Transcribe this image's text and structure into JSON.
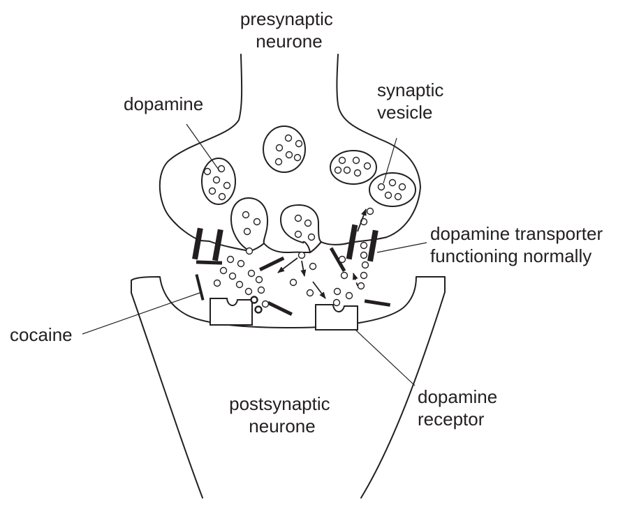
{
  "labels": {
    "presynaptic_line1": "presynaptic",
    "presynaptic_line2": "neurone",
    "dopamine": "dopamine",
    "vesicle_line1": "synaptic",
    "vesicle_line2": "vesicle",
    "transporter_line1": "dopamine transporter",
    "transporter_line2": "functioning normally",
    "cocaine": "cocaine",
    "receptor_line1": "dopamine",
    "receptor_line2": "receptor",
    "postsynaptic_line1": "postsynaptic",
    "postsynaptic_line2": "neurone"
  }
}
